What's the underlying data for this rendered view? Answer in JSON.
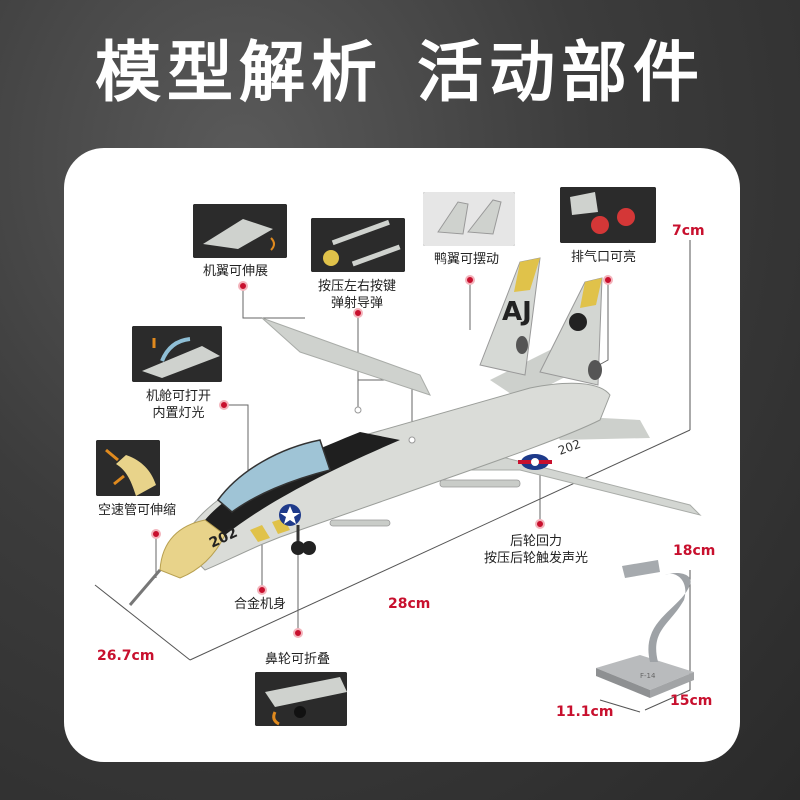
{
  "header": {
    "title_left": "模型解析",
    "title_right": "活动部件"
  },
  "features": {
    "wing": "机翼可伸展",
    "missile_line1": "按压左右按键",
    "missile_line2": "弹射导弹",
    "canard": "鸭翼可摆动",
    "exhaust": "排气口可亮",
    "cockpit_line1": "机舱可打开",
    "cockpit_line2": "内置灯光",
    "pitot": "空速管可伸缩",
    "rear_gear_line1": "后轮回力",
    "rear_gear_line2": "按压后轮触发声光",
    "alloy_body": "合金机身",
    "nose_gear": "鼻轮可折叠"
  },
  "dimensions": {
    "height": "7cm",
    "length": "28cm",
    "width": "26.7cm",
    "stand_height": "18cm",
    "stand_width": "11.1cm",
    "stand_depth": "15cm"
  },
  "markings": {
    "nose_number": "202",
    "wing_number": "202",
    "stand_label": "F-14"
  },
  "colors": {
    "accent": "#c8102e",
    "airframe": "#d9dcd8",
    "nose": "#e8d38a"
  },
  "icons": {
    "callout_marker": "red-dot-icon",
    "rotate_arrow": "arrow-icon"
  }
}
